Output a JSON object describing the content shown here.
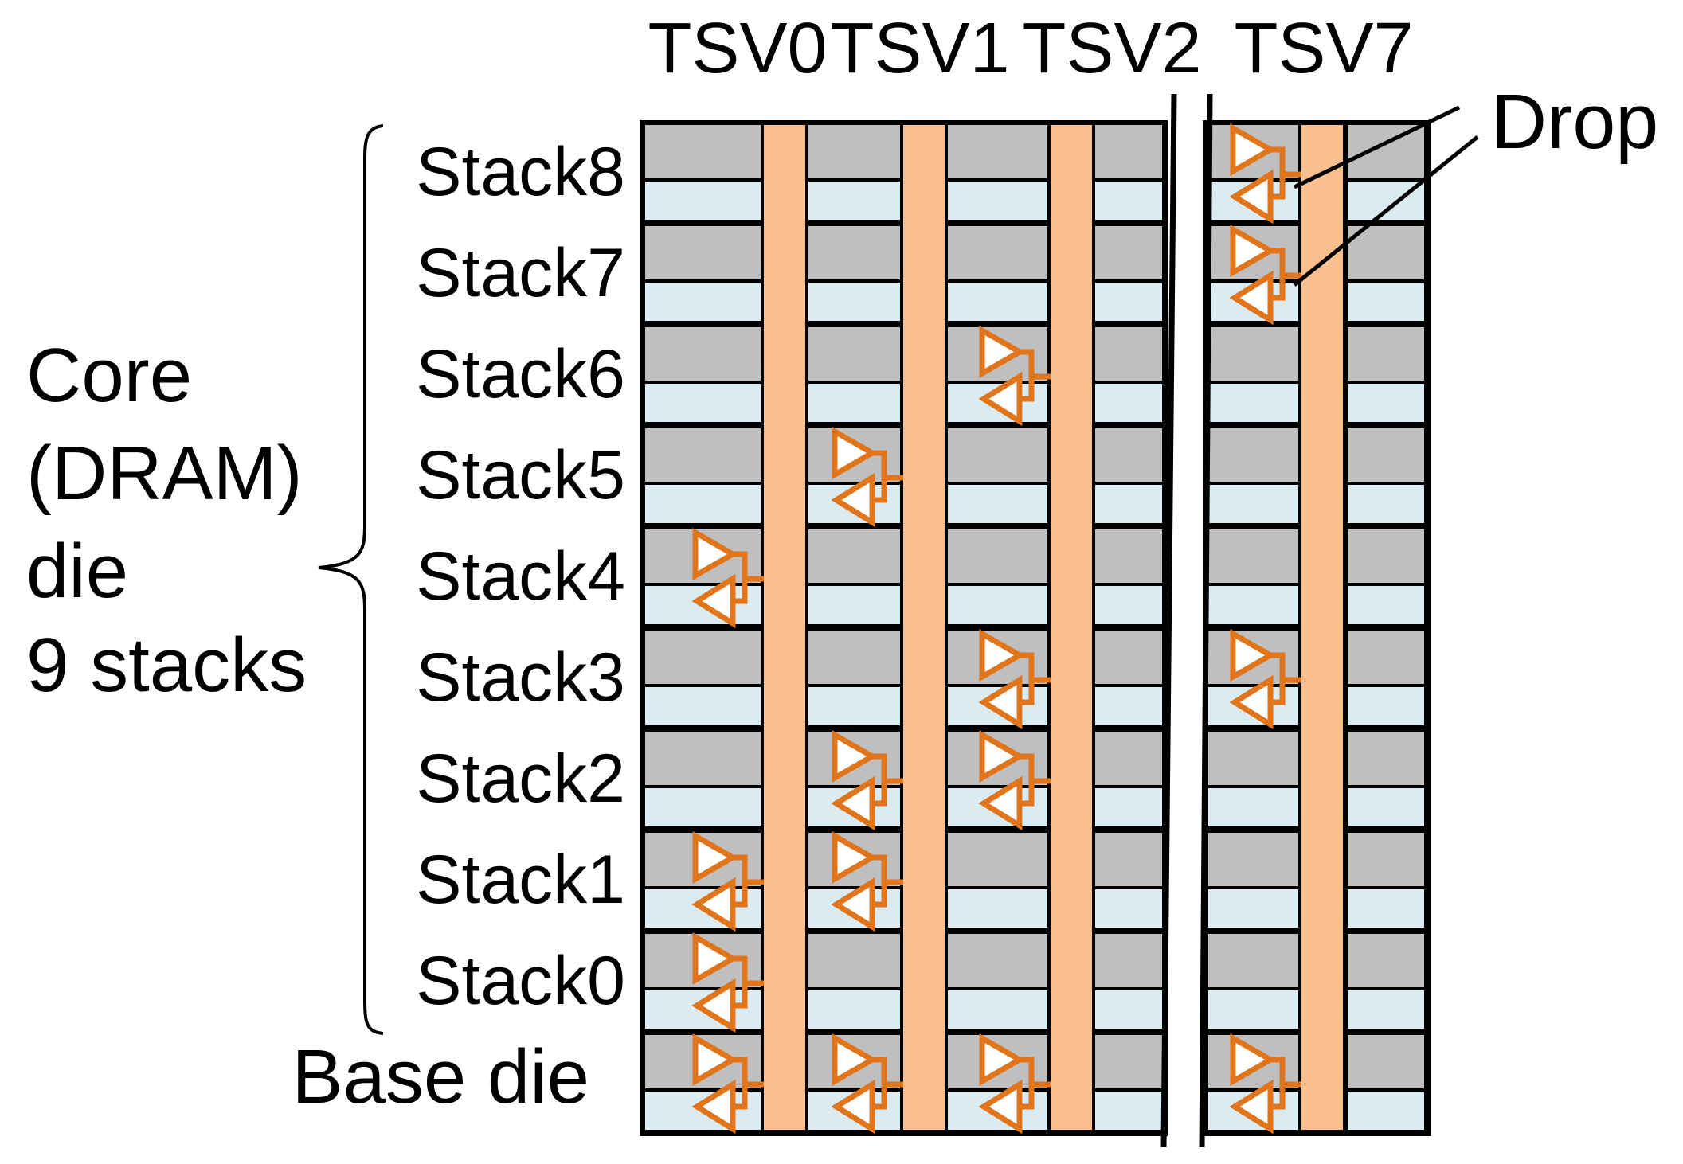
{
  "figure": {
    "tsv_labels": [
      "TSV0",
      "TSV1",
      "TSV2",
      "TSV7"
    ],
    "stack_labels": [
      "Stack8",
      "Stack7",
      "Stack6",
      "Stack5",
      "Stack4",
      "Stack3",
      "Stack2",
      "Stack1",
      "Stack0"
    ],
    "base_label": "Base die",
    "core_label_lines": [
      "Core",
      "(DRAM)",
      "die",
      "9 stacks"
    ],
    "drop_label": "Drop",
    "rows": [
      "Stack8",
      "Stack7",
      "Stack6",
      "Stack5",
      "Stack4",
      "Stack3",
      "Stack2",
      "Stack1",
      "Stack0",
      "Base die"
    ],
    "tsv_columns": [
      "TSV0",
      "TSV1",
      "TSV2",
      "TSV7"
    ],
    "drops": [
      {
        "row": "Stack8",
        "tsvs": [
          "TSV7"
        ]
      },
      {
        "row": "Stack7",
        "tsvs": [
          "TSV7"
        ]
      },
      {
        "row": "Stack6",
        "tsvs": [
          "TSV2"
        ]
      },
      {
        "row": "Stack5",
        "tsvs": [
          "TSV1"
        ]
      },
      {
        "row": "Stack4",
        "tsvs": [
          "TSV0"
        ]
      },
      {
        "row": "Stack3",
        "tsvs": [
          "TSV2",
          "TSV7"
        ]
      },
      {
        "row": "Stack2",
        "tsvs": [
          "TSV1",
          "TSV2"
        ]
      },
      {
        "row": "Stack1",
        "tsvs": [
          "TSV0",
          "TSV1"
        ]
      },
      {
        "row": "Stack0",
        "tsvs": [
          "TSV0"
        ]
      },
      {
        "row": "Base die",
        "tsvs": [
          "TSV0",
          "TSV1",
          "TSV2",
          "TSV7"
        ]
      }
    ],
    "colors": {
      "die_gray": "#BFBFBF",
      "die_blue": "#DAEBF2",
      "tsv_orange": "#FABF8F",
      "buffer_orange": "#E0751C",
      "line_black": "#000000"
    }
  }
}
